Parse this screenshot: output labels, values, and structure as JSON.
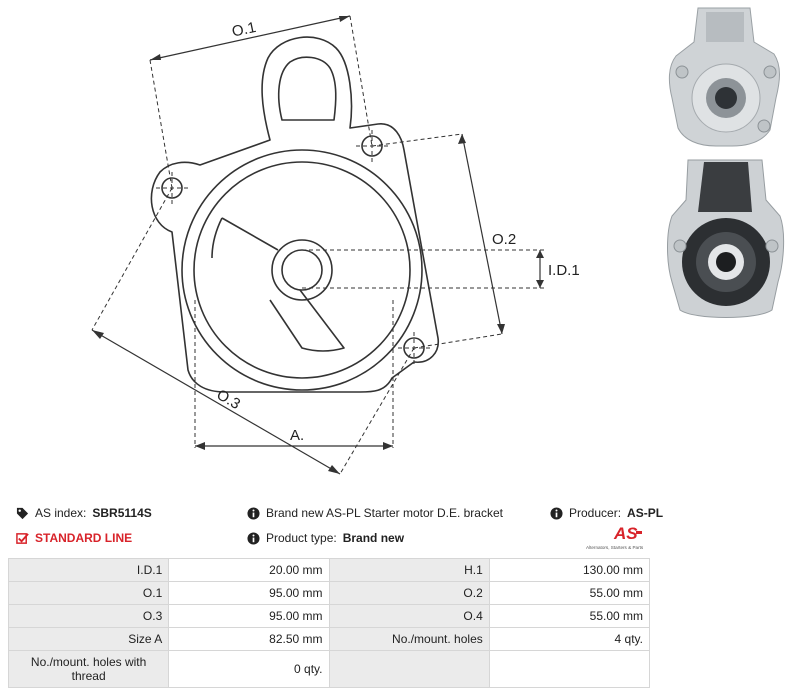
{
  "diagram": {
    "labels": {
      "o1": "O.1",
      "o2": "O.2",
      "o3": "O.3",
      "id1": "I.D.1",
      "a": "A."
    }
  },
  "info": {
    "as_index_label": "AS index:",
    "as_index_value": "SBR5114S",
    "line_label": "STANDARD LINE",
    "description": "Brand new AS-PL Starter motor D.E. bracket",
    "product_type_label": "Product type:",
    "product_type_value": "Brand new",
    "producer_label": "Producer:",
    "producer_value": "AS-PL"
  },
  "logo": {
    "text": "AS",
    "tagline": "Alternators, Starters & Parts"
  },
  "colors": {
    "accent": "#d8232a",
    "table_label_bg": "#ebebeb",
    "border": "#d6d6d6"
  },
  "specs": [
    [
      "I.D.1",
      "20.00 mm",
      "H.1",
      "130.00 mm"
    ],
    [
      "O.1",
      "95.00 mm",
      "O.2",
      "55.00 mm"
    ],
    [
      "O.3",
      "95.00 mm",
      "O.4",
      "55.00 mm"
    ],
    [
      "Size A",
      "82.50 mm",
      "No./mount. holes",
      "4 qty."
    ],
    [
      "No./mount. holes with thread",
      "0 qty.",
      "",
      ""
    ]
  ]
}
